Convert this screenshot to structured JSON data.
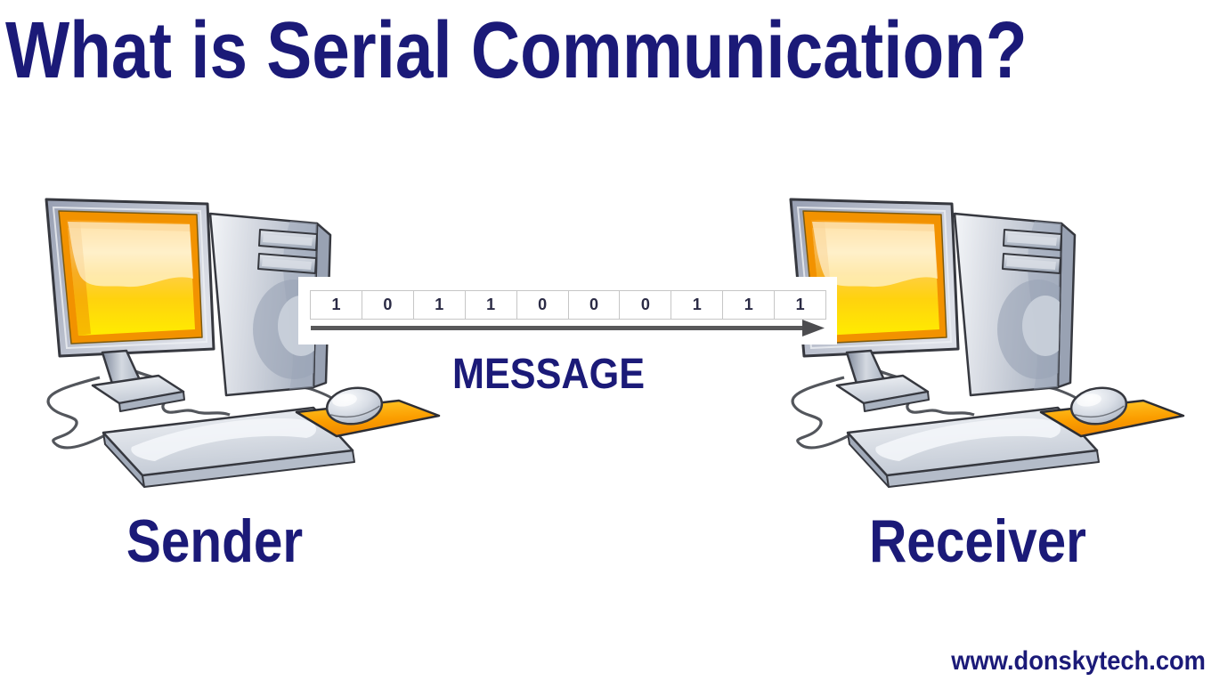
{
  "title": "What is Serial Communication?",
  "diagram": {
    "message_label": "MESSAGE",
    "sender_label": "Sender",
    "receiver_label": "Receiver",
    "bits": [
      "1",
      "0",
      "1",
      "1",
      "0",
      "0",
      "0",
      "1",
      "1",
      "1"
    ]
  },
  "watermark": "www.donskytech.com",
  "colors": {
    "text_navy": "#1b1a78",
    "bit_text": "#2b2b45",
    "bit_cell_border": "#c6c6c6",
    "arrow_gray": "#58585a",
    "monitor_screen_yellow": "#ffec00",
    "monitor_screen_orange": "#f29200",
    "mousepad_orange": "#fb9e00",
    "tower_gray": "#aab3c2",
    "background": "#ffffff"
  }
}
